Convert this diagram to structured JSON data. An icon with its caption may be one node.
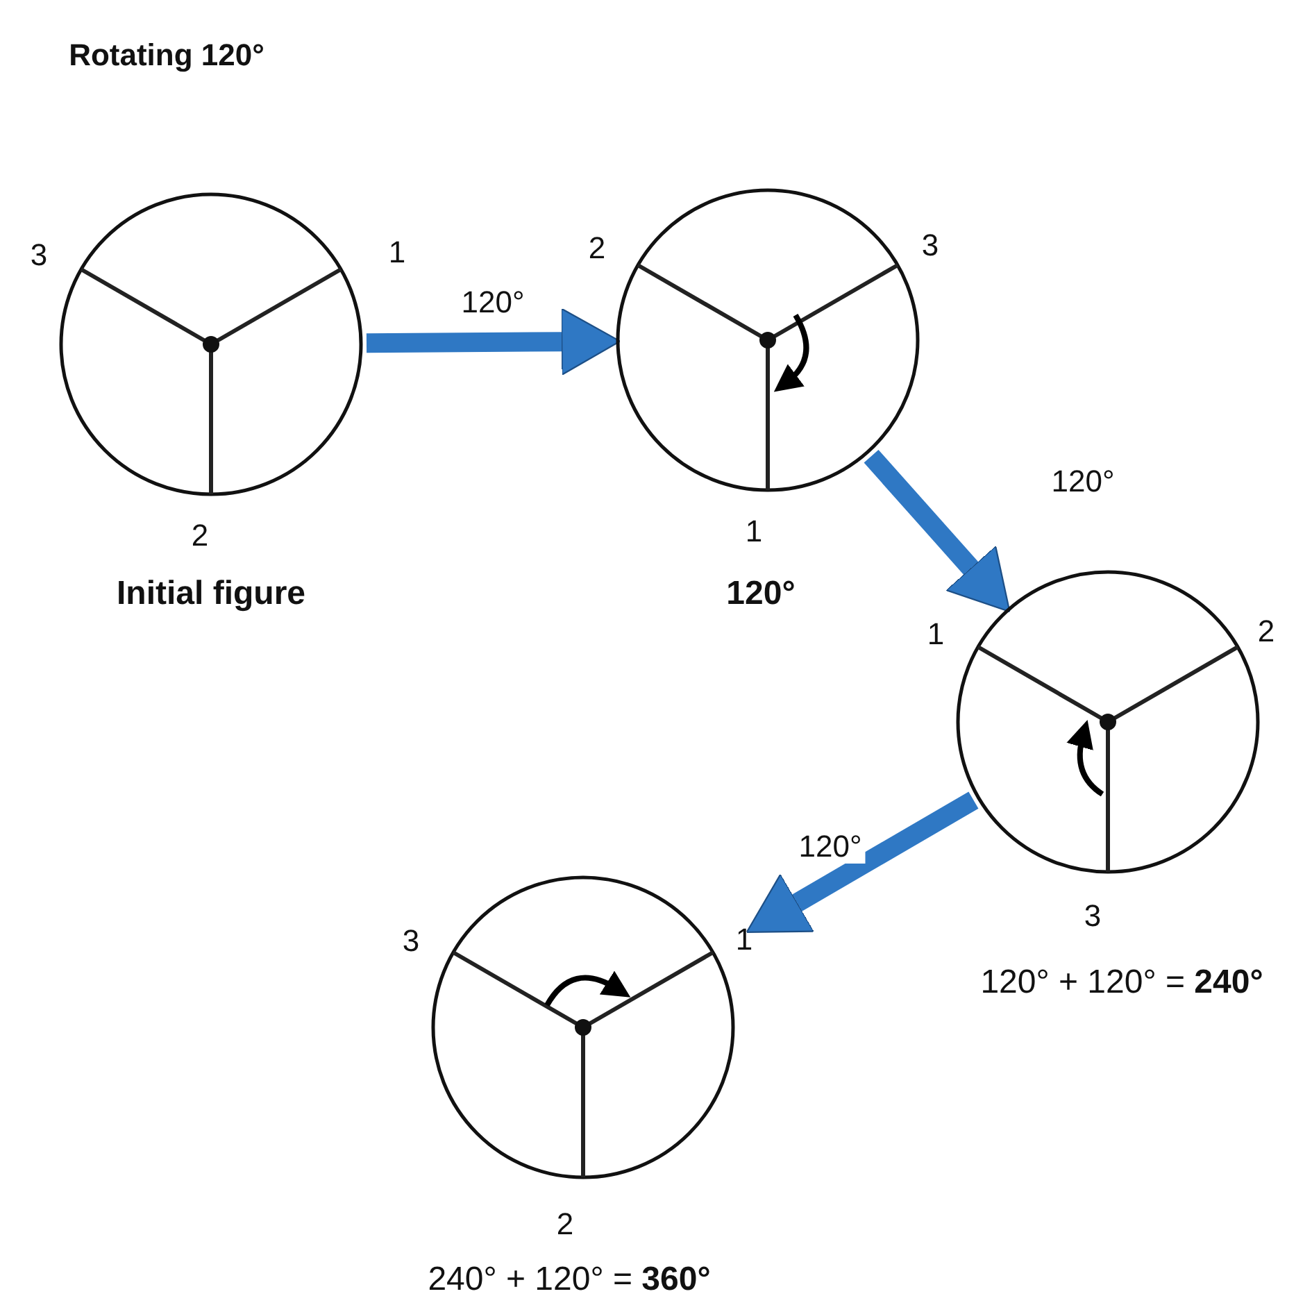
{
  "diagram": {
    "title": "Rotating 120°",
    "nodes": [
      {
        "text": [],
        "shape": "circle",
        "beside": [
          "3",
          "1",
          "2",
          "Initial figure"
        ]
      },
      {
        "text": [],
        "shape": "circle",
        "beside": [
          "2",
          "3",
          "1",
          "120°"
        ]
      },
      {
        "text": [],
        "shape": "circle",
        "beside": [
          "1",
          "2",
          "3",
          "120° + 120° = **240°**"
        ]
      },
      {
        "text": [],
        "shape": "circle",
        "beside": [
          "3",
          "1",
          "2",
          "240° + 120° = **360°**"
        ]
      }
    ],
    "edges": [
      {
        "from": 0,
        "to": 1,
        "arrow": "to",
        "label": "120°"
      },
      {
        "from": 1,
        "to": 2,
        "arrow": "to",
        "label": "120°"
      },
      {
        "from": 2,
        "to": 3,
        "arrow": "to",
        "label": "120°"
      }
    ]
  }
}
